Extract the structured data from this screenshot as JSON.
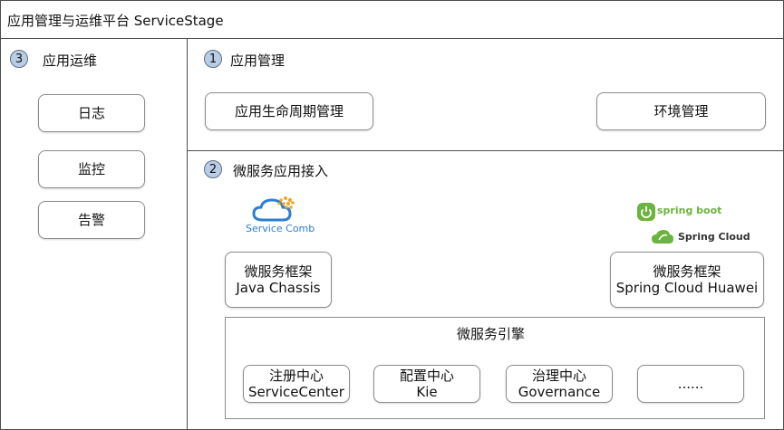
{
  "header": {
    "title": "应用管理与运维平台 ServiceStage"
  },
  "ops": {
    "number": "3",
    "title": "应用运维",
    "items": [
      "日志",
      "监控",
      "告警"
    ]
  },
  "app_mgmt": {
    "number": "1",
    "title": "应用管理",
    "lifecycle": "应用生命周期管理",
    "env": "环境管理"
  },
  "microservice": {
    "number": "2",
    "title": "微服务应用接入",
    "servicecomb_logo": "Service Comb",
    "spring_boot_logo": "spring boot",
    "spring_cloud_logo": "Spring Cloud",
    "java_chassis": {
      "line1": "微服务框架",
      "line2": "Java Chassis"
    },
    "spring_cloud_huawei": {
      "line1": "微服务框架",
      "line2": "Spring Cloud Huawei"
    },
    "engine": {
      "title": "微服务引擎",
      "items": [
        {
          "line1": "注册中心",
          "line2": "ServiceCenter"
        },
        {
          "line1": "配置中心",
          "line2": "Kie"
        },
        {
          "line1": "治理中心",
          "line2": "Governance"
        },
        {
          "line1": "......",
          "line2": ""
        }
      ]
    }
  },
  "colors": {
    "badge_fill": "#b9cde4",
    "spring_green": "#6db33f",
    "servicecomb_blue": "#2b7fd4",
    "servicecomb_orange": "#f5a623"
  }
}
